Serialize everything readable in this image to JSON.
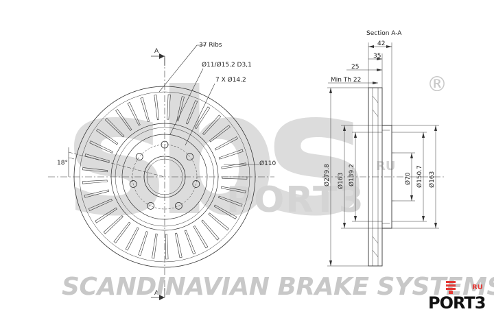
{
  "watermark": {
    "letters": "sbs",
    "registered": "®",
    "site": "PORT3",
    "site_suffix": "RU"
  },
  "tagline": "SCANDINAVIAN BRAKE SYSTEMS",
  "front_view": {
    "section_marker_top": "A",
    "section_marker_bottom": "A",
    "ribs_label": "37 Ribs",
    "bolt_label": "Ø11/Ø15.2 D3,1",
    "holes_label": "7 X Ø14.2",
    "angle_label": "18°",
    "hub_label": "Ø110"
  },
  "section_view": {
    "title": "Section A-A",
    "dim_42": "42",
    "dim_35": "35",
    "dim_25": "25",
    "min_th": "Min Th 22",
    "dia_279": "Ø279.8",
    "dia_163_left": "Ø163",
    "dia_139": "Ø139.2",
    "dia_70": "Ø70",
    "dia_150": "Ø150.7",
    "dia_163_right": "Ø163"
  },
  "logo": {
    "text": "PORT3",
    "suffix": "RU",
    "accent": "#e53935"
  }
}
